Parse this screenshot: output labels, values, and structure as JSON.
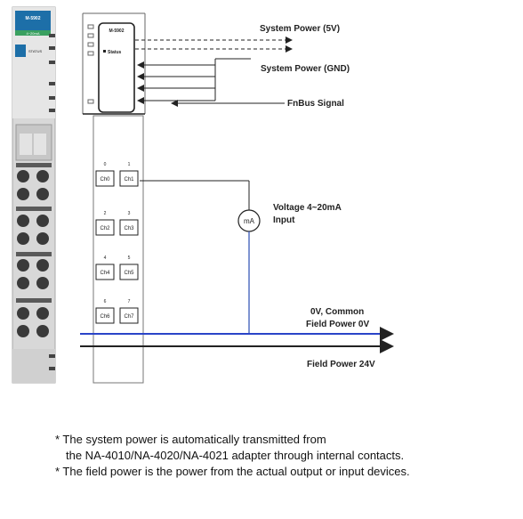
{
  "module": {
    "model": "M-5902",
    "subtitle": "4~20mA",
    "status_label": "STATUS"
  },
  "schematic": {
    "model": "M-5902",
    "status_label": "Status"
  },
  "channels": [
    {
      "num": "0",
      "label": "Ch0"
    },
    {
      "num": "1",
      "label": "Ch1"
    },
    {
      "num": "2",
      "label": "Ch2"
    },
    {
      "num": "3",
      "label": "Ch3"
    },
    {
      "num": "4",
      "label": "Ch4"
    },
    {
      "num": "5",
      "label": "Ch5"
    },
    {
      "num": "6",
      "label": "Ch6"
    },
    {
      "num": "7",
      "label": "Ch7"
    }
  ],
  "labels": {
    "system_power_5v": "System Power (5V)",
    "system_power_gnd": "System Power (GND)",
    "fnbus_signal": "FnBus Signal",
    "voltage_line1": "Voltage 4~20mA",
    "voltage_line2": "Input",
    "meter": "mA",
    "common_line1": "0V, Common",
    "common_line2": "Field Power 0V",
    "field_power_24v": "Field Power 24V"
  },
  "notes": [
    "* The system power is automatically transmitted from",
    "the NA-4010/NA-4020/NA-4021 adapter through internal contacts.",
    "* The field power is the power from the actual output or input devices."
  ],
  "colors": {
    "module_blue": "#1d6fa8",
    "module_green": "#3aa060",
    "blue_line": "#2a44c8",
    "meter_line": "#3a5ab8"
  }
}
